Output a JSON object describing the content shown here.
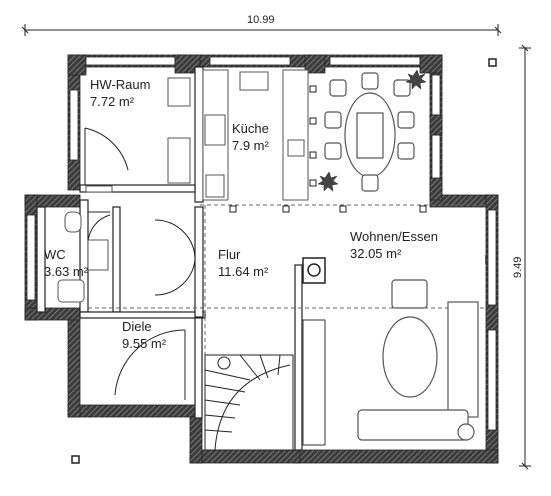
{
  "dimensions": {
    "total_width": "10.99",
    "total_depth": "9.49"
  },
  "rooms": {
    "hw_raum": {
      "name": "HW-Raum",
      "area": "7.72 m²"
    },
    "kueche": {
      "name": "Küche",
      "area": "7.9 m²"
    },
    "wc": {
      "name": "WC",
      "area": "3.63 m²"
    },
    "flur": {
      "name": "Flur",
      "area": "11.64 m²"
    },
    "wohnen_essen": {
      "name": "Wohnen/Essen",
      "area": "32.05 m²"
    },
    "diele": {
      "name": "Diele",
      "area": "9.55 m²"
    }
  },
  "colors": {
    "wall_fill": "#4a4a4a",
    "wall_hatch": "#ffffff",
    "line": "#222222",
    "furniture": "#555555",
    "dashed": "#666666"
  }
}
